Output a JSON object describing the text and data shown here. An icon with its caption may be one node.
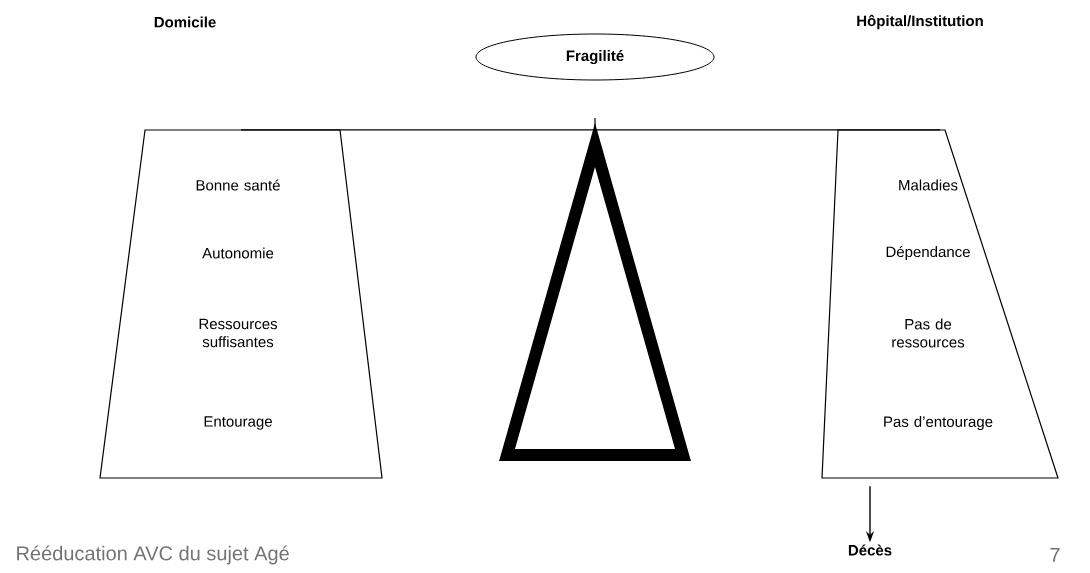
{
  "diagram": {
    "nodes": [
      {
        "text": [
          "Fragilité"
        ]
      },
      {
        "text": [
          "Bonne santé",
          "Autonomie",
          "Ressources suffisantes",
          "Entourage"
        ]
      },
      {
        "text": [
          "Maladies",
          "Dépendance",
          "Pas de ressources",
          "Pas d’entourage"
        ]
      },
      {
        "text": [],
        "shape": "triangle"
      },
      {
        "text": [
          "Décès"
        ]
      }
    ],
    "edges": [
      {
        "from": 1,
        "to": 2,
        "arrow": "none"
      },
      {
        "from": 2,
        "to": 4,
        "arrow": "to"
      }
    ],
    "labels": [
      "Domicile",
      "Hôpital/Institution",
      "Rééducation AVC du sujet Agé",
      "7"
    ]
  }
}
